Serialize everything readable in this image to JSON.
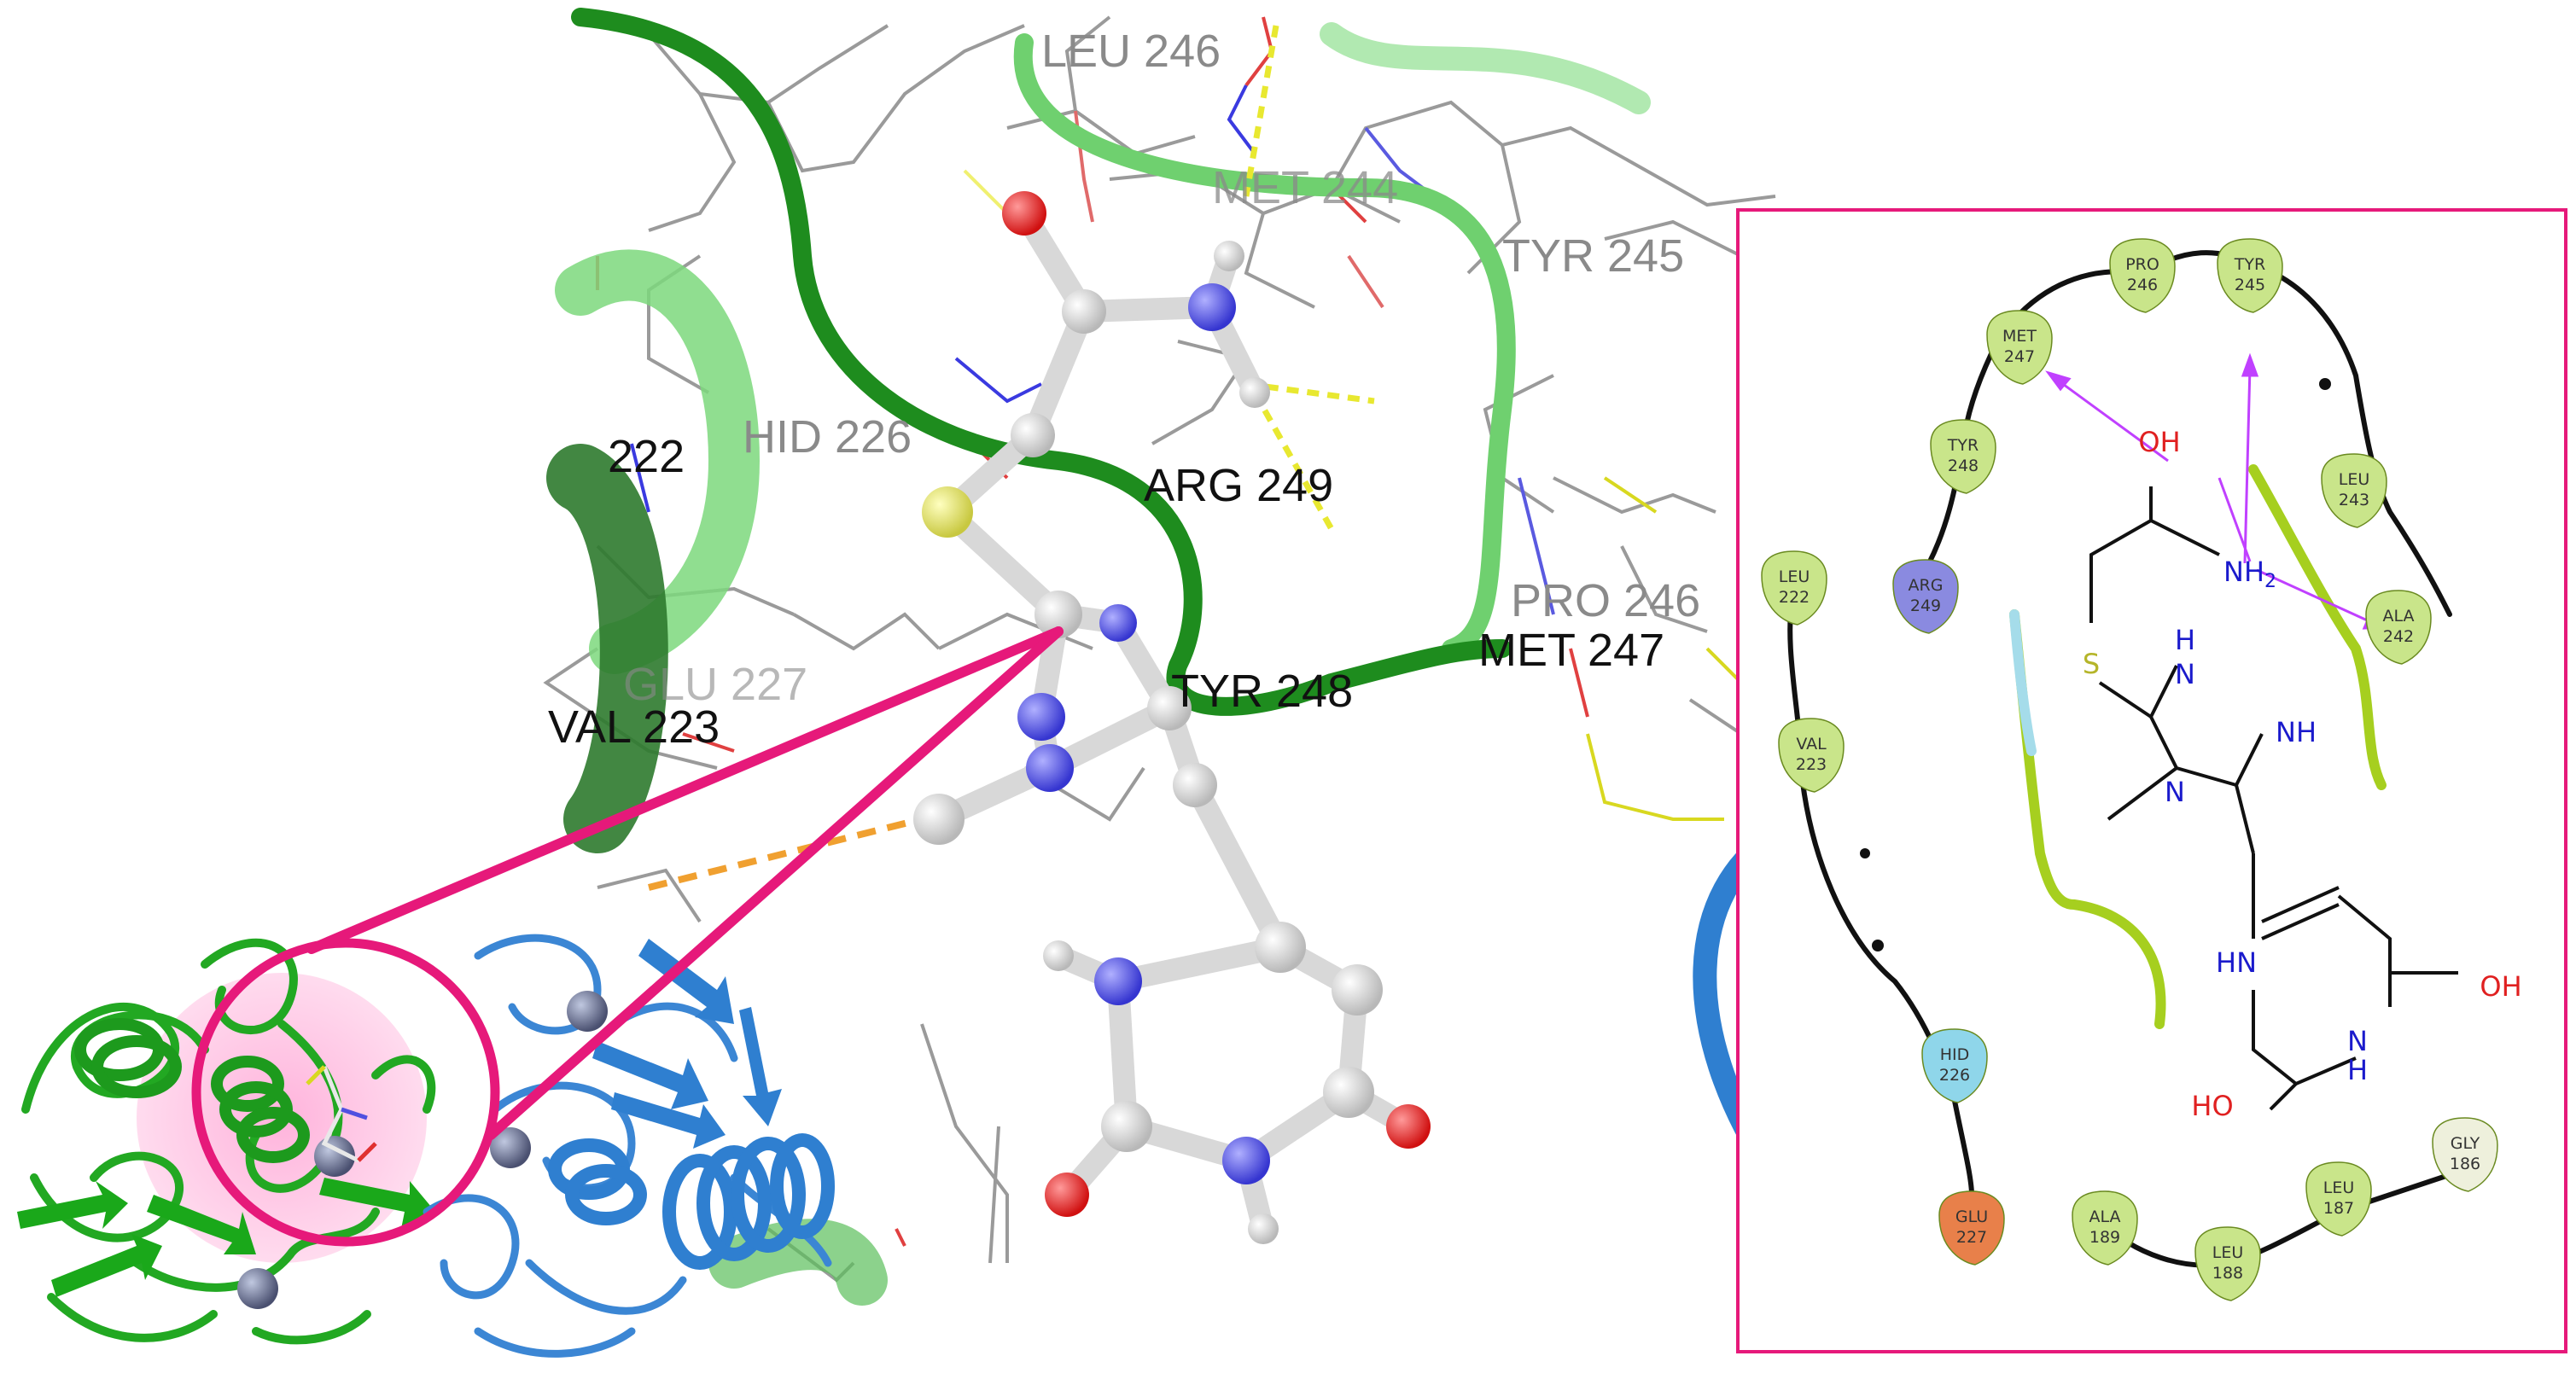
{
  "labels_3d": [
    {
      "text": "LEU  246",
      "tone": "grey"
    },
    {
      "text": "MET  244",
      "tone": "grey"
    },
    {
      "text": "TYR  245",
      "tone": "grey"
    },
    {
      "text": "222",
      "tone": "black"
    },
    {
      "text": "HID  226",
      "tone": "grey"
    },
    {
      "text": "ARG  249",
      "tone": "black"
    },
    {
      "text": "PRO  246",
      "tone": "grey"
    },
    {
      "text": "MET  247",
      "tone": "black"
    },
    {
      "text": "TYR  248",
      "tone": "black"
    },
    {
      "text": "GLU  227",
      "tone": "grey"
    },
    {
      "text": "VAL  223",
      "tone": "black"
    }
  ],
  "residues_2d": [
    {
      "name": "PRO",
      "num": "246",
      "type": "hydrophobic"
    },
    {
      "name": "TYR",
      "num": "245",
      "type": "hydrophobic"
    },
    {
      "name": "MET",
      "num": "247",
      "type": "hydrophobic"
    },
    {
      "name": "LEU",
      "num": "243",
      "type": "hydrophobic"
    },
    {
      "name": "TYR",
      "num": "248",
      "type": "hydrophobic"
    },
    {
      "name": "ALA",
      "num": "242",
      "type": "hydrophobic"
    },
    {
      "name": "LEU",
      "num": "222",
      "type": "hydrophobic"
    },
    {
      "name": "ARG",
      "num": "249",
      "type": "positive"
    },
    {
      "name": "VAL",
      "num": "223",
      "type": "hydrophobic"
    },
    {
      "name": "HID",
      "num": "226",
      "type": "polar"
    },
    {
      "name": "GLU",
      "num": "227",
      "type": "negative"
    },
    {
      "name": "ALA",
      "num": "189",
      "type": "hydrophobic"
    },
    {
      "name": "LEU",
      "num": "188",
      "type": "hydrophobic"
    },
    {
      "name": "LEU",
      "num": "187",
      "type": "hydrophobic"
    },
    {
      "name": "GLY",
      "num": "186",
      "type": "glycine"
    }
  ],
  "atoms_2d": [
    {
      "text": "OH",
      "element": "O"
    },
    {
      "text": "NH",
      "element": "N",
      "subscript": "2"
    },
    {
      "text": "S",
      "element": "S"
    },
    {
      "text": "H",
      "element": "N"
    },
    {
      "text": "N",
      "element": "N"
    },
    {
      "text": "NH",
      "element": "N"
    },
    {
      "text": "N",
      "element": "N"
    },
    {
      "text": "HN",
      "element": "N"
    },
    {
      "text": "OH",
      "element": "O"
    },
    {
      "text": "N",
      "element": "N"
    },
    {
      "text": "H",
      "element": "N"
    },
    {
      "text": "HO",
      "element": "O"
    }
  ],
  "colors": {
    "highlight_magenta": "#e6197a",
    "ribbon_green": "#1e8c1e",
    "ribbon_light_green": "#8fdc8f",
    "ribbon_blue": "#2f7fd0",
    "hydrophobic_fill": "#c9e58a",
    "positive_fill": "#8a8ae0",
    "polar_fill": "#8fd6ea",
    "negative_fill": "#e8804a",
    "glycine_fill": "#eef0dc",
    "hbond_arrow": "#c040ff",
    "hbond_dash": "#e8e830",
    "oxygen_red": "#e02020",
    "nitrogen_blue": "#1a1acc",
    "sulfur_yellow": "#b5b52a"
  }
}
